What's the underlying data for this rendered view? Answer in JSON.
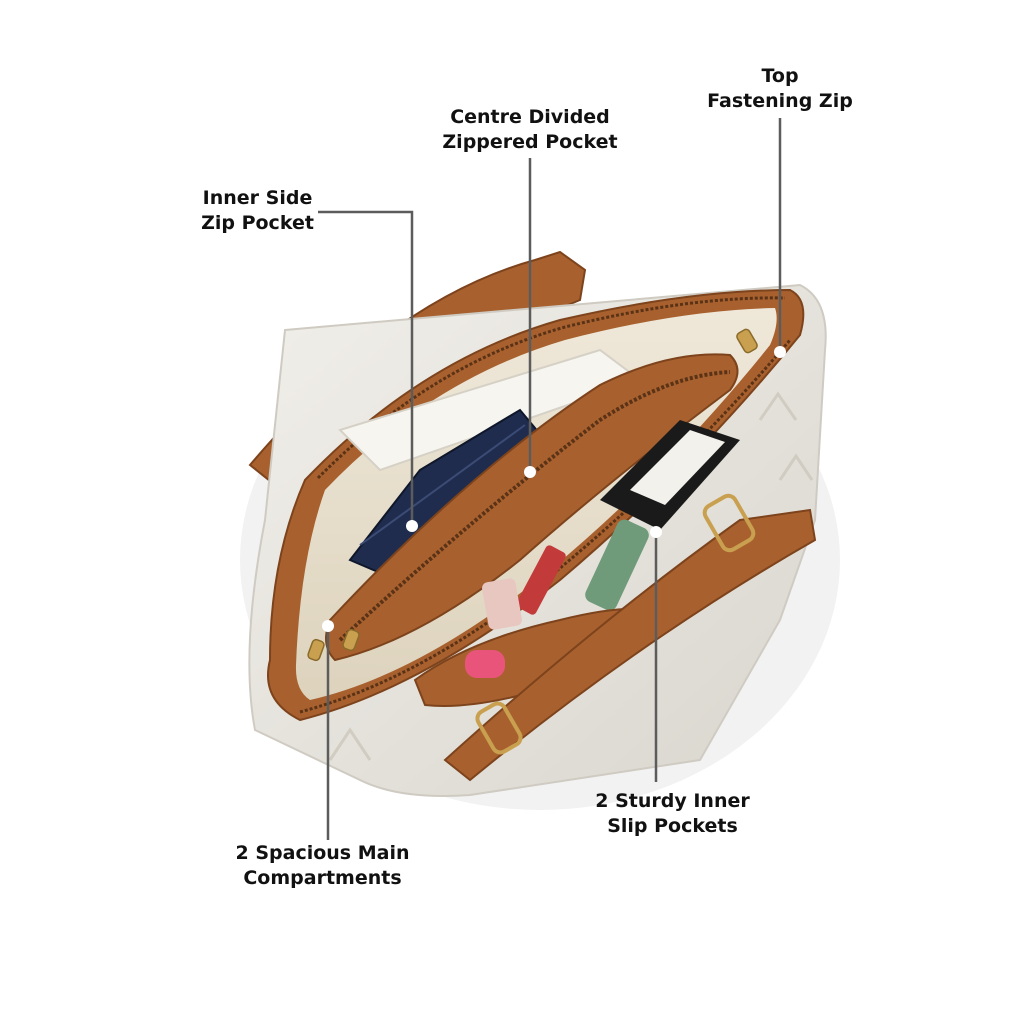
{
  "image": {
    "subject": "tote-bag-top-view",
    "colors": {
      "background": "#ffffff",
      "bag_body": "#e9e7e1",
      "trim": "#a8612e",
      "trim_dark": "#7d431c",
      "lining": "#ece4d3",
      "zipper": "#5a3216",
      "hardware": "#c9a04f",
      "leader_line": "#5c5c5c",
      "dot": "#ffffff"
    }
  },
  "callouts": {
    "top_zip": {
      "line1": "Top",
      "line2": "Fastening Zip"
    },
    "centre_pocket": {
      "line1": "Centre Divided",
      "line2": "Zippered Pocket"
    },
    "side_pocket": {
      "line1": "Inner Side",
      "line2": "Zip Pocket"
    },
    "main_compartments": {
      "line1": "2 Spacious Main",
      "line2": "Compartments"
    },
    "slip_pockets": {
      "line1": "2 Sturdy Inner",
      "line2": "Slip Pockets"
    }
  }
}
